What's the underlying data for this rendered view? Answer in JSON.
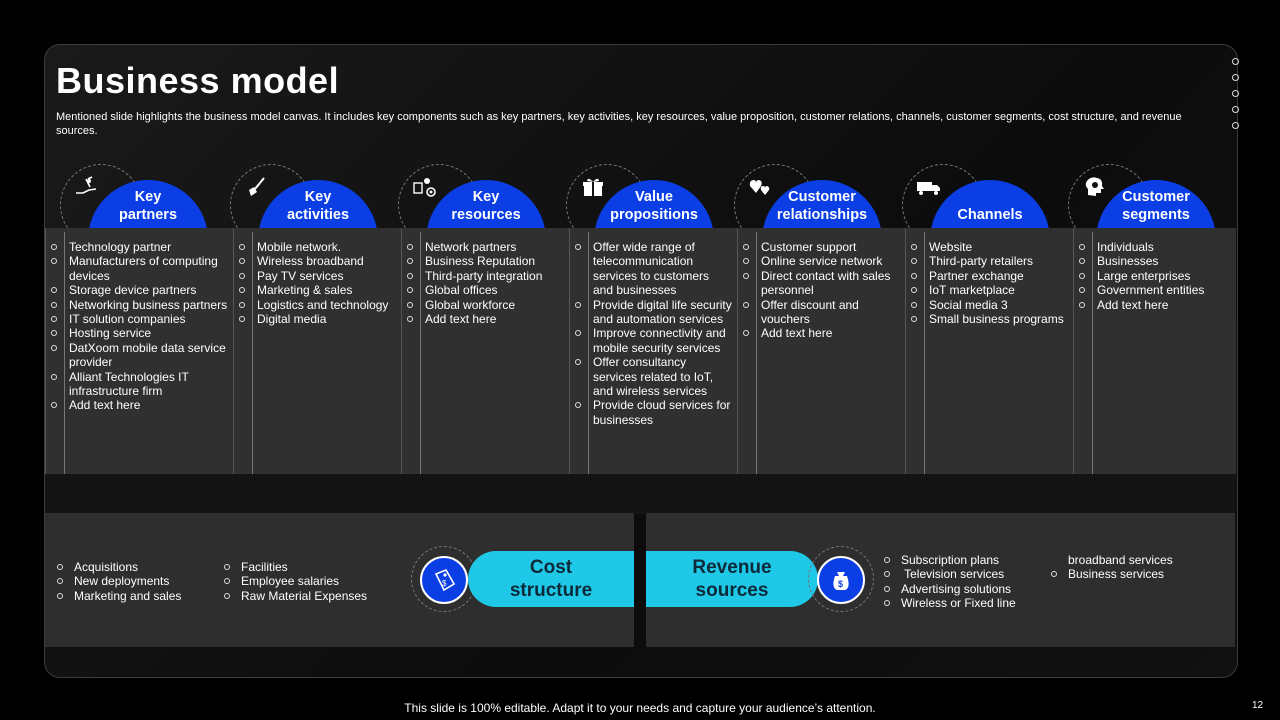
{
  "title": "Business model",
  "subtitle": "Mentioned slide highlights the business model canvas. It includes key components such as key partners, key activities, key resources, value proposition, customer relations, channels, customer segments, cost structure, and revenue sources.",
  "columns": [
    {
      "heading": "Key\npartners",
      "icon": "hand-holding-icon",
      "items": [
        "Technology partner",
        "Manufacturers of computing devices",
        "Storage device partners",
        "Networking business partners",
        "IT solution companies",
        "Hosting service",
        "DatXoom mobile data service provider",
        "Alliant Technologies IT infrastructure firm",
        "Add text  here"
      ]
    },
    {
      "heading": "Key\nactivities",
      "icon": "shovel-icon",
      "items": [
        "Mobile network.",
        "Wireless broadband",
        "Pay TV services",
        "Marketing & sales",
        "Logistics and technology",
        "Digital media"
      ]
    },
    {
      "heading": "Key\nresources",
      "icon": "resources-icon",
      "items": [
        "Network partners",
        "Business Reputation",
        "Third-party integration",
        "Global offices",
        "Global workforce",
        "Add text  here"
      ]
    },
    {
      "heading": "Value\npropositions",
      "icon": "gift-icon",
      "items": [
        "Offer wide range of telecommunication services to customers and businesses",
        "Provide digital life security and automation services",
        "Improve connectivity and mobile security services",
        "Offer consultancy services related to IoT, and wireless services",
        "Provide cloud services for businesses"
      ]
    },
    {
      "heading": "Customer\nrelationships",
      "icon": "hearts-icon",
      "items": [
        "Customer support",
        "Online service network",
        "Direct contact with sales personnel",
        "Offer discount and vouchers",
        "Add text  here"
      ]
    },
    {
      "heading": "Channels",
      "icon": "truck-icon",
      "items": [
        "Website",
        "Third-party retailers",
        "Partner exchange",
        "IoT marketplace",
        "Social media 3",
        "Small business programs"
      ]
    },
    {
      "heading": "Customer\nsegments",
      "icon": "brain-gear-icon",
      "items": [
        "Individuals",
        "Businesses",
        "Large enterprises",
        "Government entities",
        "Add text  here"
      ]
    }
  ],
  "cost": {
    "label": "Cost\nstructure",
    "icon": "price-tag-icon",
    "items_a": [
      "Acquisitions",
      "New deployments",
      "Marketing and sales"
    ],
    "items_b": [
      "Facilities",
      "Employee salaries",
      "Raw Material Expenses"
    ]
  },
  "revenue": {
    "label": "Revenue\nsources",
    "icon": "money-bag-icon",
    "items_a": [
      "Subscription plans",
      " Television services",
      "Advertising solutions",
      "Wireless or Fixed line"
    ],
    "items_b_cont": "broadband services",
    "items_b": [
      "Business services"
    ]
  },
  "footer": "This slide is 100% editable. Adapt it to your needs and capture your audience’s attention.",
  "page_number": "12",
  "colors": {
    "accent_blue": "#0b3fe5",
    "accent_cyan": "#1ec8e6",
    "panel": "#303030",
    "background": "#000000"
  }
}
